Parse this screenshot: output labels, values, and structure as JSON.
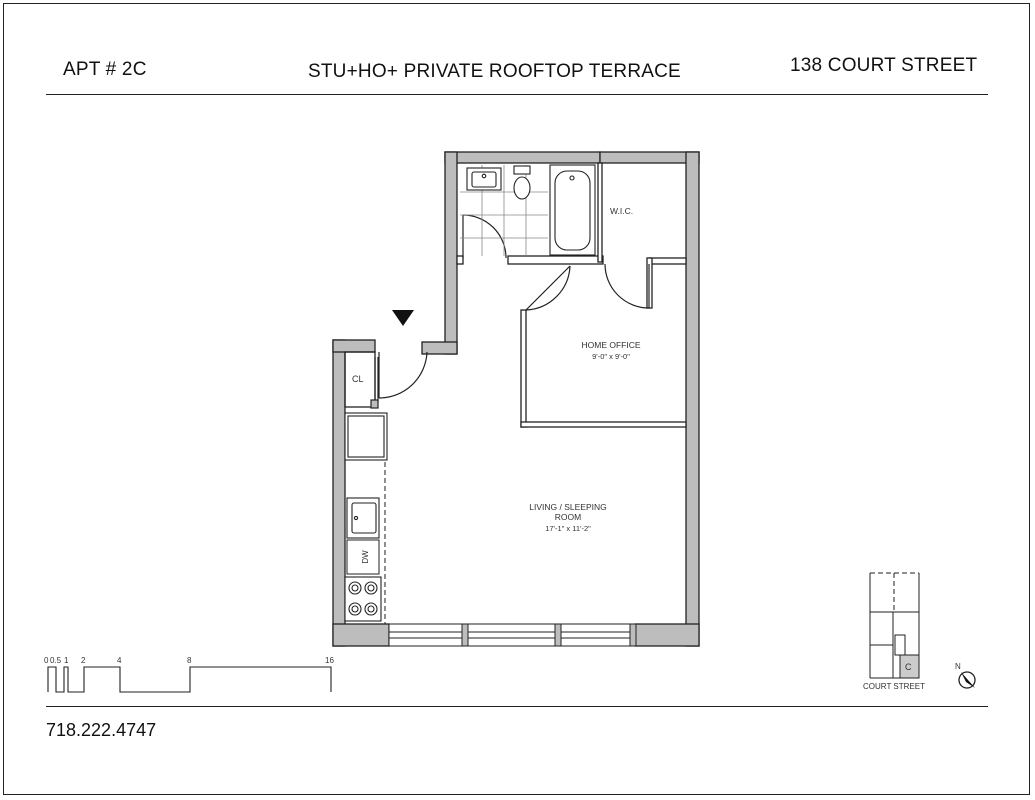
{
  "header": {
    "apt": "APT # 2C",
    "title": "STU+HO+ PRIVATE ROOFTOP TERRACE",
    "address": "138 COURT STREET"
  },
  "rooms": {
    "wic": "W.I.C.",
    "home_office_name": "HOME OFFICE",
    "home_office_dims": "9'-0\" x 9'-0\"",
    "living_name_1": "LIVING / SLEEPING",
    "living_name_2": "ROOM",
    "living_dims": "17'-1\" x 11'-2\"",
    "closet": "CL",
    "dishwasher": "DW"
  },
  "scale_bar": {
    "labels": [
      "0",
      "0.5",
      "1",
      "2",
      "4",
      "8",
      "16"
    ]
  },
  "key_plan": {
    "unit": "C",
    "street": "COURT STREET",
    "north": "N"
  },
  "footer": {
    "phone": "718.222.4747"
  },
  "colors": {
    "wall": "#bdbdbd",
    "line": "#222222"
  }
}
